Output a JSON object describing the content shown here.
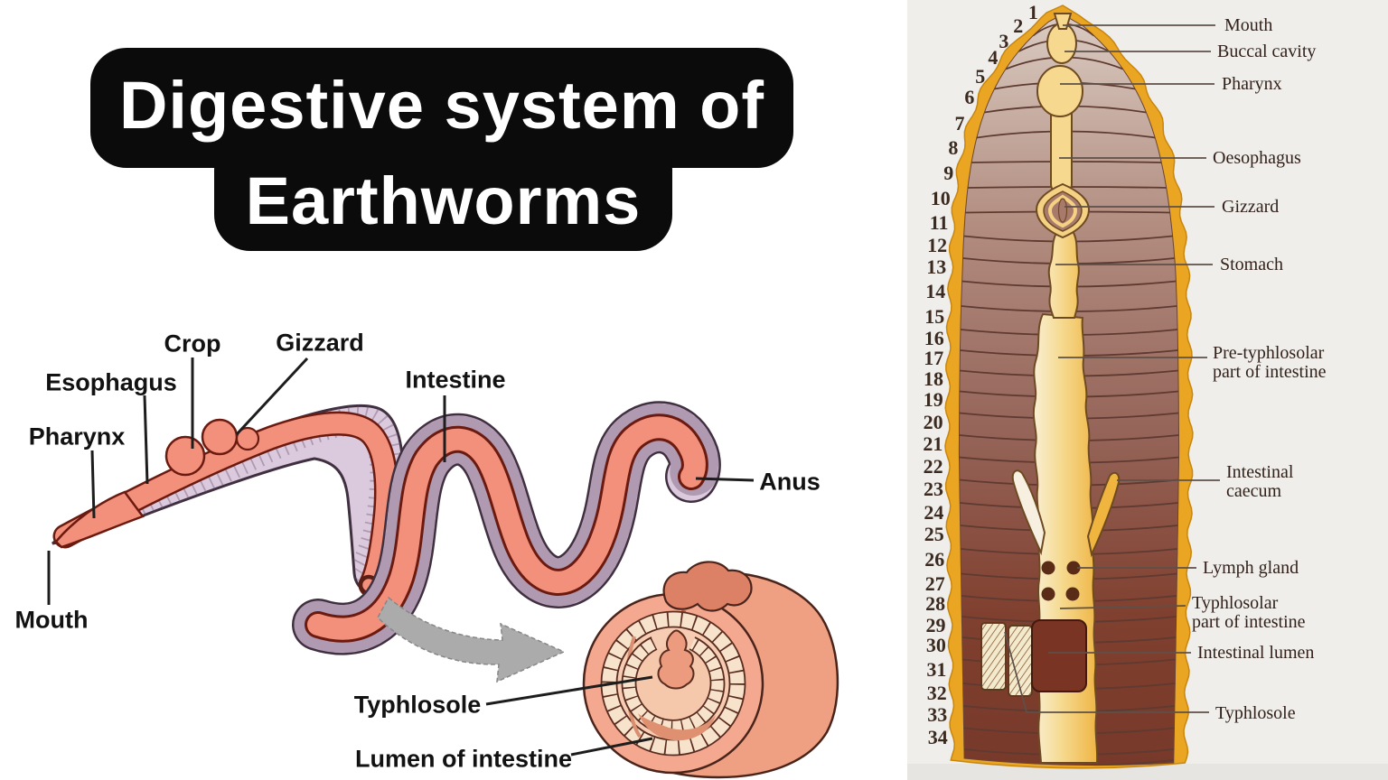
{
  "title": {
    "line1": "Digestive system of",
    "line2": "Earthworms"
  },
  "left_panel": {
    "labels": {
      "crop": "Crop",
      "gizzard": "Gizzard",
      "esophagus": "Esophagus",
      "pharynx": "Pharynx",
      "intestine": "Intestine",
      "mouth": "Mouth",
      "anus": "Anus",
      "typhlosole": "Typhlosole",
      "lumen": "Lumen of intestine"
    }
  },
  "right_panel": {
    "segment_numbers": [
      "1",
      "2",
      "3",
      "4",
      "5",
      "6",
      "7",
      "8",
      "9",
      "10",
      "11",
      "12",
      "13",
      "14",
      "15",
      "16",
      "17",
      "18",
      "19",
      "20",
      "21",
      "22",
      "23",
      "24",
      "25",
      "26",
      "27",
      "28",
      "29",
      "30",
      "31",
      "32",
      "33",
      "34"
    ],
    "labels": {
      "mouth": "Mouth",
      "buccal_cavity": "Buccal cavity",
      "pharynx": "Pharynx",
      "oesophagus": "Oesophagus",
      "gizzard": "Gizzard",
      "stomach": "Stomach",
      "pre_typhlosolar": "Pre-typhlosolar\npart of intestine",
      "intestinal_caecum": "Intestinal\ncaecum",
      "lymph_gland": "Lymph gland",
      "typhlosolar": "Typhlosolar\npart of intestine",
      "intestinal_lumen": "Intestinal lumen",
      "typhlosole": "Typhlosole"
    }
  },
  "colors": {
    "title_bg": "#0b0b0b",
    "title_text": "#ffffff",
    "worm_skin": "#dbc9dd",
    "worm_gut": "#f2907b",
    "right_worm_border_gold": "#eaa622",
    "right_canal_yellow": "#f7dd9a",
    "right_panel_bg": "#f0eeea",
    "lumen_brown": "#7a3423"
  }
}
